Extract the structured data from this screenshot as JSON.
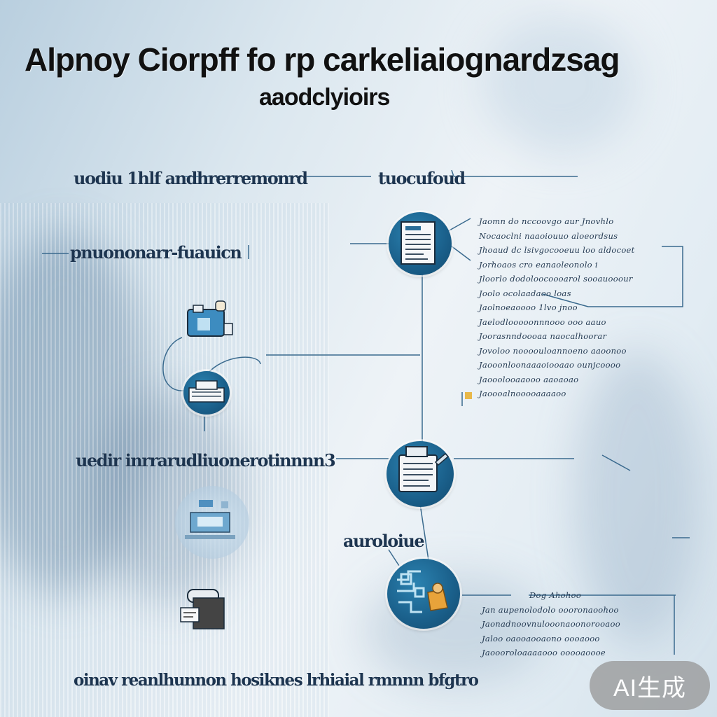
{
  "title": "Alpnoy Ciorpff fo rp carkeliaiognardzsag",
  "subtitle": "aaodclyioirs",
  "labels": {
    "top_left": "uodiu 1hlf andhrerremonrd",
    "top_center": "tuocufoud",
    "mid_left": "pnuononarr-fuauicn",
    "center_left": "uedir inrrarudliuonerotinnnn3",
    "lower_center": "auroloiue",
    "bottom": "oinav reanlhunnon hosiknes lrhiaial rmnnn bfgtro"
  },
  "doc_block_1": [
    "Jaomn do nccoovgo aur Jnovhlo",
    "Nocaoclni naaoiouuo aloeordsus",
    "Jhoaud dc lsivgocooeuu loo aldocoet",
    "Jorhoaos cro eanaoleonolo i",
    "Jloorlo dodoloocoooarol sooauooour",
    "Joolo ocolaadaoo loas",
    "Jaolnoeaoooo 1lvo jnoo",
    "Jaelodlooooonnnooo ooo aauo",
    "Joorasnndoooaa naocalhoorar",
    "Jovoloo noooouloannoeno aaoonoo",
    "Jaooonloonaaaoiooaao ounjcoooo",
    "Jaooolooaaooo aaoaoao",
    "Jaoooalnooooaaaaoo"
  ],
  "doc_block_2": [
    "Dog Ahohoo",
    "Jan aupenolodolo oooronaoohoo",
    "Jaonadnoovnulooonaoonorooaoo",
    "Jaloo oaooaooaono oooaooo",
    "Jaoooroloaaaaooo ooooaoooe"
  ],
  "badge": "AI生成",
  "colors": {
    "node": "#1a5f8a",
    "line": "#3a6a8e",
    "label": "#1d3550"
  }
}
